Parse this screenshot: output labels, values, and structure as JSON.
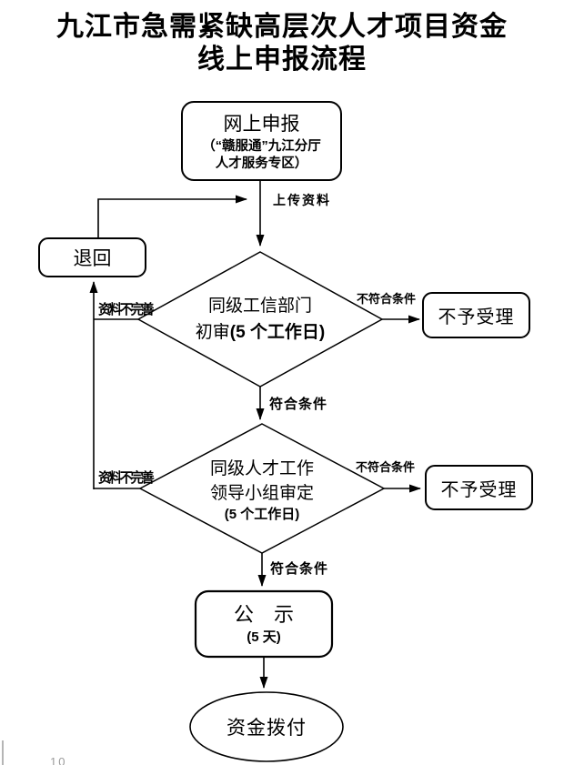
{
  "title": {
    "line1": "九江市急需紧缺高层次人才项目资金",
    "line2": "线上申报流程"
  },
  "nodes": {
    "start": {
      "title": "网上申报",
      "sub1": "（“赣服通”九江分厅",
      "sub2": "人才服务专区）"
    },
    "return_box": {
      "label": "退回"
    },
    "review1": {
      "line1": "同级工信部门",
      "line2_text": "初审",
      "line2_days": "(5 个工作日)"
    },
    "reject1": {
      "label": "不予受理"
    },
    "review2": {
      "line1": "同级人才工作",
      "line2": "领导小组审定",
      "line3": "(5 个工作日)"
    },
    "reject2": {
      "label": "不予受理"
    },
    "publicity": {
      "label": "公　示",
      "duration": "(5 天)"
    },
    "end": {
      "label": "资金拨付"
    }
  },
  "edges": {
    "upload": "上传资料",
    "not_qualified_1": "不符合条件",
    "qualified_1": "符合条件",
    "incomplete_1": "资料不完善",
    "not_qualified_2": "不符合条件",
    "qualified_2": "符合条件",
    "incomplete_2": "资料不完善"
  },
  "footer": {
    "page_number": "10"
  },
  "colors": {
    "line": "#000000",
    "node_fill": "#ffffff",
    "artifact_gray": "#b5b5b5"
  }
}
